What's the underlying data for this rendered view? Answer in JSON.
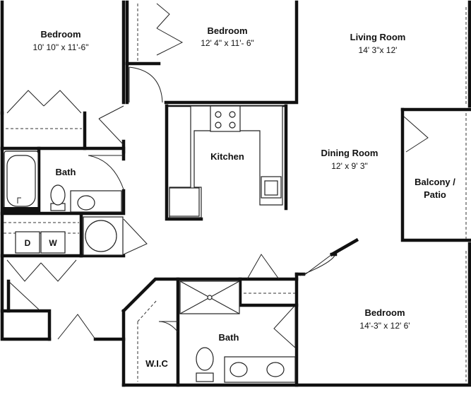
{
  "rooms": {
    "bedroom_1": {
      "name": "Bedroom",
      "dims": "10' 10\" x 11'-6\""
    },
    "bedroom_2": {
      "name": "Bedroom",
      "dims": "12' 4\" x 11'- 6\""
    },
    "living": {
      "name": "Living Room",
      "dims": "14' 3\"x 12'"
    },
    "kitchen": {
      "name": "Kitchen"
    },
    "bath_1": {
      "name": "Bath"
    },
    "dining": {
      "name": "Dining Room",
      "dims": "12' x 9' 3\""
    },
    "balcony": {
      "name_line1": "Balcony /",
      "name_line2": "Patio"
    },
    "bedroom_3": {
      "name": "Bedroom",
      "dims": "14'-3\" x 12' 6'"
    },
    "bath_2": {
      "name": "Bath"
    },
    "wic": {
      "name": "W.I.C"
    }
  },
  "appliances": {
    "dryer": "D",
    "washer": "W"
  }
}
